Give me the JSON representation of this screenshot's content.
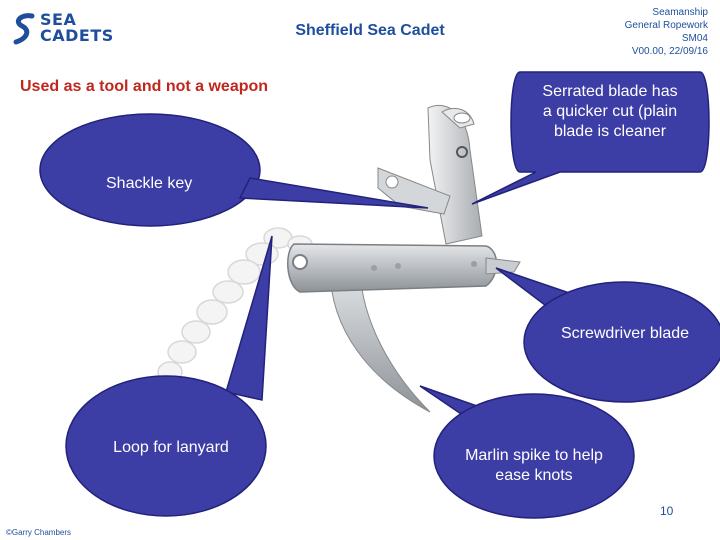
{
  "header": {
    "logo_line1": "SEA",
    "logo_line2": "CADETS",
    "title": "Sheffield Sea Cadet",
    "meta": [
      "Seamanship",
      "General Ropework",
      "SM04",
      "V00.00, 22/09/16"
    ]
  },
  "subtitle": "Used as a tool and not a weapon",
  "callouts": {
    "serrated": "Serrated blade has a quicker cut (plain blade is cleaner",
    "shackle": "Shackle key",
    "screwdriver": "Screwdriver blade",
    "loop": "Loop for lanyard",
    "marlin": "Marlin spike to help ease knots"
  },
  "footer": {
    "page_number": "10",
    "copyright": "©Garry Chambers"
  },
  "colors": {
    "brand_blue": "#1f4e9c",
    "callout_fill": "#3d3da6",
    "subtitle_red": "#c0281e"
  }
}
